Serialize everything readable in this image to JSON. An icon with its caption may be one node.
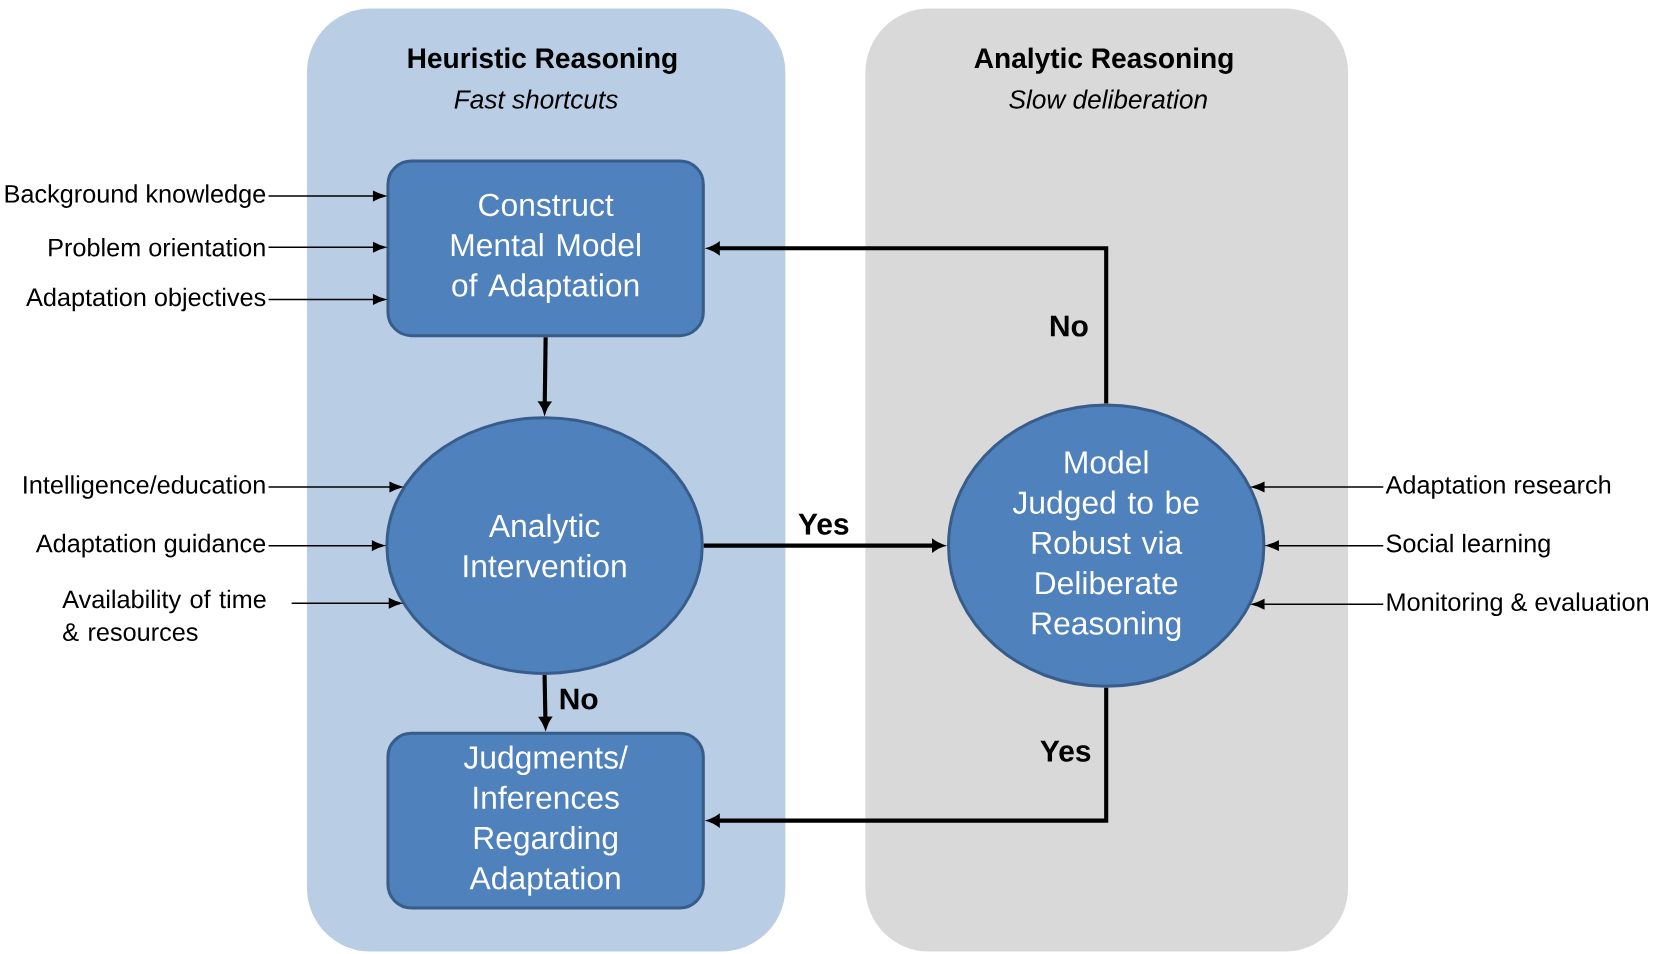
{
  "diagram": {
    "nodes": [
      {
        "text": [
          "Heuristic Reasoning",
          "Fast shortcuts"
        ]
      },
      {
        "text": [
          "Analytic Reasoning",
          "Slow deliberation"
        ]
      },
      {
        "text": [
          "Construct Mental Model of Adaptation"
        ],
        "in": 0
      },
      {
        "text": [
          "Analytic Intervention"
        ],
        "in": 0
      },
      {
        "text": [
          "Judgments/ Inferences Regarding Adaptation"
        ],
        "in": 0
      },
      {
        "text": [
          "Model Judged to be Robust via Deliberate Reasoning"
        ],
        "in": 1
      },
      {
        "text": [
          "Background knowledge"
        ]
      },
      {
        "text": [
          "Problem orientation"
        ]
      },
      {
        "text": [
          "Adaptation objectives"
        ]
      },
      {
        "text": [
          "Intelligence/education"
        ]
      },
      {
        "text": [
          "Adaptation guidance"
        ]
      },
      {
        "text": [
          "Availability of time & resources"
        ]
      },
      {
        "text": [
          "Adaptation research"
        ]
      },
      {
        "text": [
          "Social learning"
        ]
      },
      {
        "text": [
          "Monitoring & evaluation"
        ]
      }
    ],
    "edges": [
      {
        "from": 6,
        "to": 2,
        "arrow": "to"
      },
      {
        "from": 7,
        "to": 2,
        "arrow": "to"
      },
      {
        "from": 8,
        "to": 2,
        "arrow": "to"
      },
      {
        "from": 9,
        "to": 3,
        "arrow": "to"
      },
      {
        "from": 10,
        "to": 3,
        "arrow": "to"
      },
      {
        "from": 11,
        "to": 3,
        "arrow": "to"
      },
      {
        "from": 12,
        "to": 5,
        "arrow": "to"
      },
      {
        "from": 13,
        "to": 5,
        "arrow": "to"
      },
      {
        "from": 14,
        "to": 5,
        "arrow": "to"
      },
      {
        "from": 2,
        "to": 3,
        "arrow": "to",
        "style": "thick"
      },
      {
        "from": 3,
        "to": 5,
        "arrow": "to",
        "style": "thick",
        "label": "Yes"
      },
      {
        "from": 3,
        "to": 4,
        "arrow": "to",
        "style": "thick",
        "label": "No"
      },
      {
        "from": 5,
        "to": 2,
        "arrow": "to",
        "style": "thick",
        "label": "No"
      },
      {
        "from": 5,
        "to": 4,
        "arrow": "to",
        "style": "thick",
        "label": "Yes"
      }
    ]
  }
}
